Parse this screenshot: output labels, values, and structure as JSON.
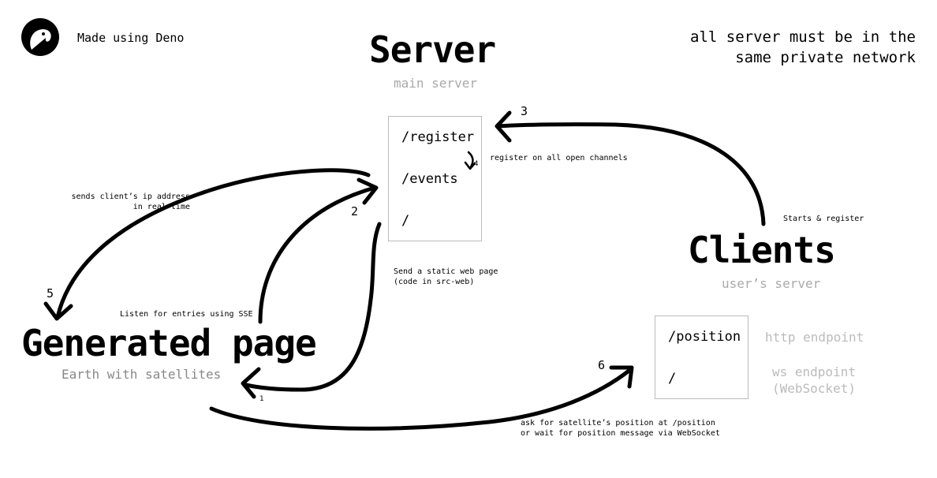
{
  "logo": {
    "icon": "deno-logo-icon",
    "text": "Made using Deno"
  },
  "note": "all server must be in the\nsame private network",
  "server": {
    "title": "Server",
    "subtitle": "main server",
    "endpoints": [
      "/register",
      "/events",
      "/"
    ]
  },
  "clients": {
    "title": "Clients",
    "subtitle": "user’s server",
    "endpoints": [
      "/position",
      "/"
    ],
    "endpoint_labels": [
      "http endpoint",
      "ws endpoint\n(WebSocket)"
    ]
  },
  "page": {
    "title": "Generated page",
    "subtitle": "Earth with satellites"
  },
  "annotations": {
    "register_all": "register on all open channels",
    "starts_register": "Starts & register",
    "sends_ip": "sends client’s ip address\nin real time",
    "static_page": "Send a static web page\n(code in src-web)",
    "listen_sse": "Listen for entries using SSE",
    "ask_position": "ask for satellite’s position at /position\nor wait for position message via WebSocket"
  },
  "steps": [
    "1",
    "2",
    "3",
    "4",
    "5",
    "6"
  ]
}
